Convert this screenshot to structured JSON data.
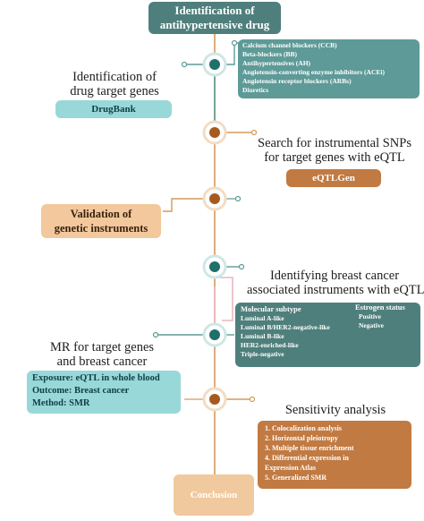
{
  "header": {
    "line1": "Identification of",
    "line2": "antihypertensive drug"
  },
  "drug_classes": [
    "Calcium channel blockers (CCB)",
    "Beta-blockers (BB)",
    "Antihypertensives (AH)",
    "Angiotensin-converting enzyme inhibitors (ACEi)",
    "Angiotensin receptor blockers (ARBs)",
    "Diuretics"
  ],
  "step_target_genes": {
    "title_line1": "Identification of",
    "title_line2": "drug target genes",
    "tag": "DrugBank"
  },
  "step_snps": {
    "title_line1": "Search for instrumental SNPs",
    "title_line2": "for target genes with eQTL",
    "tag": "eQTLGen"
  },
  "step_validation": {
    "line1": "Validation of",
    "line2": "genetic instruments"
  },
  "step_breast_cancer": {
    "title_line1": "Identifying breast cancer",
    "title_line2": "associated instruments with eQTL",
    "subtype_header": "Molecular subtype",
    "subtypes": [
      "Luminal A-like",
      "Luminal B/HER2-negative-like",
      "Luminal B-like",
      "HER2-enriched-like",
      "Triple-negative"
    ],
    "estrogen_header": "Estrogen status",
    "estrogen": [
      "Positive",
      "Negative"
    ]
  },
  "step_mr": {
    "title_line1": "MR for target genes",
    "title_line2": "and breast cancer",
    "details": [
      "Exposure: eQTL in whole blood",
      "Outcome: Breast cancer",
      "Method: SMR"
    ]
  },
  "step_sensitivity": {
    "title": "Sensitivity analysis",
    "items": [
      "1. Colocalization analysis",
      "2. Horizontal pleiotropy",
      "3. Multiple tissue enrichment",
      "4. Differential expression in",
      "Expression Atlas",
      "5. Generalized SMR"
    ]
  },
  "conclusion": "Conclusion",
  "colors": {
    "teal_dark": "#4f7f7c",
    "teal_light": "#98d8d8",
    "orange": "#c17a42",
    "peach": "#f2c89c",
    "pink_line": "#e9b7c0"
  }
}
